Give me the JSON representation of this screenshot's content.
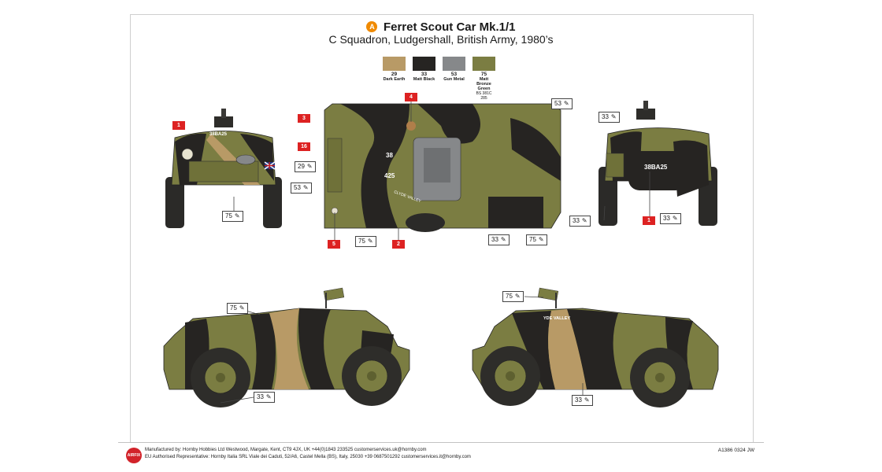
{
  "header": {
    "scheme_letter": "A",
    "title": "Ferret Scout Car Mk.1/1",
    "subtitle": "C Squadron, Ludgershall, British Army, 1980’s"
  },
  "colors": {
    "c29": "#b89a66",
    "c33": "#262422",
    "c53": "#86888a",
    "c75": "#7b7d42",
    "red": "#d22222",
    "orange": "#f08a00"
  },
  "swatches": [
    {
      "code": "29",
      "name": "Dark Earth",
      "extra": ""
    },
    {
      "code": "33",
      "name": "Matt Black",
      "extra": ""
    },
    {
      "code": "53",
      "name": "Gun Metal",
      "extra": ""
    },
    {
      "code": "75",
      "name": "Matt Bronze Green",
      "extra": "BS 381C 285"
    }
  ],
  "callouts": {
    "front_75": "75",
    "top_29": "29",
    "top_53_left": "53",
    "top_75_bottom": "75",
    "top_53_right": "53",
    "top_33_bottom": "33",
    "top_75_right": "75",
    "rear_33_top": "33",
    "rear_33_left": "33",
    "rear_33_right": "33",
    "side_l_75": "75",
    "side_l_33": "33",
    "side_r_75": "75",
    "side_r_33": "33"
  },
  "decal_tags": {
    "front_1": "1",
    "top_3": "3",
    "top_4": "4",
    "top_16": "16",
    "top_5": "5",
    "top_2": "2",
    "rear_1": "1"
  },
  "vehicle_markings": {
    "front_plate": "38BA25",
    "rear_plate": "38BA25",
    "top_reg_a": "38",
    "top_reg_b": "425",
    "name": "CLYDE VALLEY",
    "name_side": "YDE VALLEY"
  },
  "footer": {
    "logo": "AIRFIX",
    "line1": "Manufactured by: Hornby Hobbies Ltd Westwood, Margate, Kent, CT9 4JX, UK +44(0)1843 233525 customerservices.uk@hornby.com",
    "line2": "EU Authorised Representative: Hornby Italia SRL Viale dei Caduti, 52/A6, Castel Mella (BS), Italy, 25030 +39 0687501292 customerservices.it@hornby.com",
    "code": "A1386  0324 JW"
  }
}
